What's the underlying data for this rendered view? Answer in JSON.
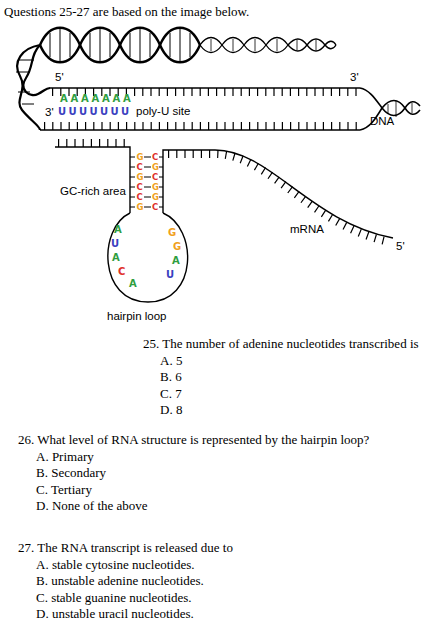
{
  "diagram": {
    "title": "Questions 25-27 are based on the image below.",
    "labels": [
      "5'",
      "3'",
      "A",
      "A",
      "A",
      "A",
      "A",
      "A",
      "A",
      "3'",
      "U",
      "U",
      "U",
      "U",
      "U",
      "U",
      "U",
      "poly-U site",
      "DNA",
      "GC-rich area",
      "G",
      "C",
      "C",
      "G",
      "G",
      "C",
      "C",
      "G",
      "C",
      "G",
      "G",
      "C",
      "mRNA",
      "5'",
      "A",
      "U",
      "A",
      "C",
      "A",
      "U",
      "A",
      "G",
      "G",
      "hairpin loop",
      "25. The number of adenine nucleotides transcribed is",
      "A. 5",
      "B. 6",
      "C. 7",
      "D. 8",
      "26. What level of RNA structure is represented by the hairpin loop?",
      "A. Primary",
      "B. Secondary",
      "C. Tertiary",
      "D. None of the above",
      "27. The RNA transcript is released due to",
      "A. stable cytosine nucleotides.",
      "B. unstable adenine nucleotides.",
      "C. stable guanine nucleotides.",
      "D. unstable uracil nucleotides."
    ]
  }
}
